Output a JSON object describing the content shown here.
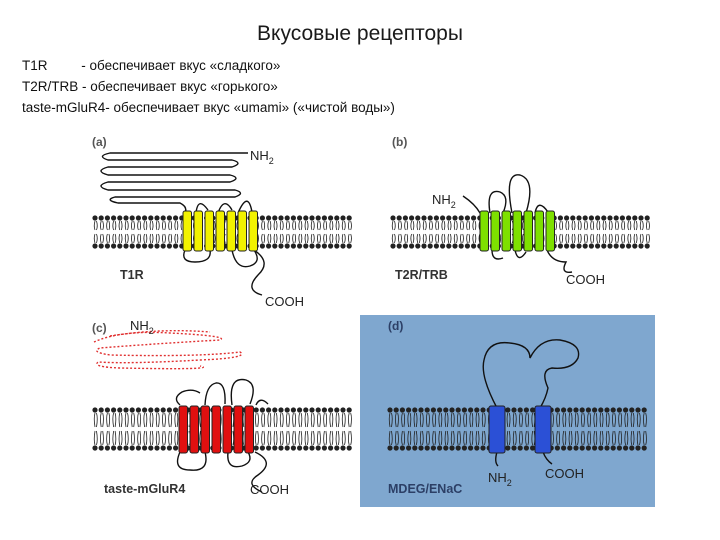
{
  "title": "Вкусовые рецепторы",
  "descriptions": [
    "T1R         - обеспечивает вкус «сладкого»",
    "T2R/TRB - обеспечивает вкус «горького»",
    "taste-mGluR4- обеспечивает вкус «umami» («чистой воды»)"
  ],
  "panels": {
    "a": {
      "tag": "(a)",
      "name": "T1R",
      "nh2": "NH",
      "sub": "2",
      "cooh": "COOH",
      "color": "#f2f200"
    },
    "b": {
      "tag": "(b)",
      "name": "T2R/TRB",
      "nh2": "NH",
      "sub": "2",
      "cooh": "COOH",
      "color": "#7ee000"
    },
    "c": {
      "tag": "(c)",
      "name": "taste-mGluR4",
      "nh2": "NH",
      "sub": "2",
      "cooh": "COOH",
      "color": "#e01010"
    },
    "d": {
      "tag": "(d)",
      "name": "MDEG/ENaC",
      "nh2": "NH",
      "sub": "2",
      "cooh": "COOH",
      "color": "#2b50d6",
      "background": "#7fa7cf"
    }
  }
}
